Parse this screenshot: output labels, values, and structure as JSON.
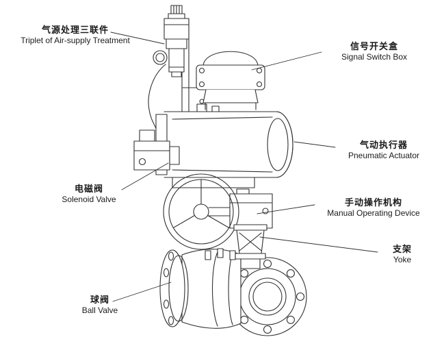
{
  "diagram": {
    "background": "#ffffff",
    "line_color": "#2f2f2f",
    "labels": {
      "air_treatment": {
        "cn": "气源处理三联件",
        "en": "Triplet of Air-supply Treatment"
      },
      "signal_switch_box": {
        "cn": "信号开关盒",
        "en": "Signal Switch Box"
      },
      "pneumatic_actuator": {
        "cn": "气动执行器",
        "en": "Pneumatic Actuator"
      },
      "solenoid_valve": {
        "cn": "电磁阀",
        "en": "Solenoid Valve"
      },
      "manual_operating_device": {
        "cn": "手动操作机构",
        "en": "Manual Operating Device"
      },
      "yoke": {
        "cn": "支架",
        "en": "Yoke"
      },
      "ball_valve": {
        "cn": "球阀",
        "en": "Ball Valve"
      }
    }
  }
}
